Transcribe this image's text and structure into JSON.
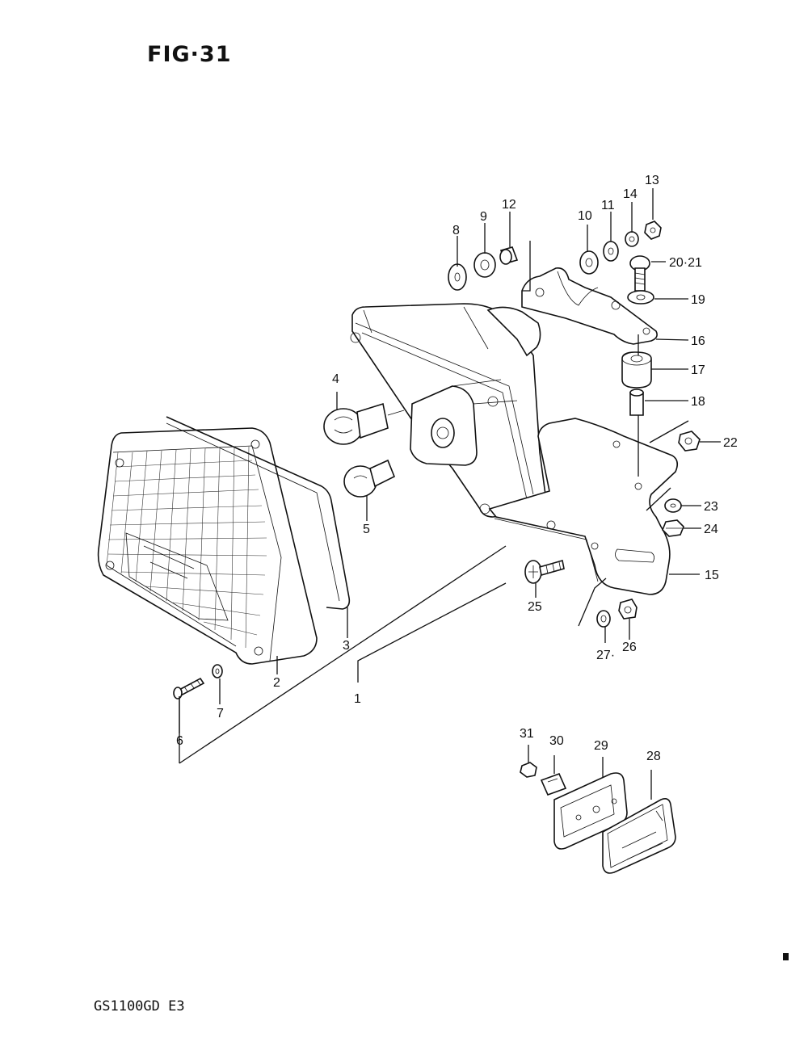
{
  "figure": {
    "title": "FIG·31",
    "model_code": "GS1100GD E3"
  },
  "callouts": [
    {
      "id": "1",
      "text": "1"
    },
    {
      "id": "2",
      "text": "2"
    },
    {
      "id": "3",
      "text": "3"
    },
    {
      "id": "4",
      "text": "4"
    },
    {
      "id": "5",
      "text": "5"
    },
    {
      "id": "6",
      "text": "6"
    },
    {
      "id": "7",
      "text": "7"
    },
    {
      "id": "8",
      "text": "8"
    },
    {
      "id": "9",
      "text": "9"
    },
    {
      "id": "10",
      "text": "10"
    },
    {
      "id": "11",
      "text": "11"
    },
    {
      "id": "12",
      "text": "12"
    },
    {
      "id": "13",
      "text": "13"
    },
    {
      "id": "14",
      "text": "14"
    },
    {
      "id": "15",
      "text": "15"
    },
    {
      "id": "16",
      "text": "16"
    },
    {
      "id": "17",
      "text": "17"
    },
    {
      "id": "18",
      "text": "18"
    },
    {
      "id": "19",
      "text": "19"
    },
    {
      "id": "20-21",
      "text": "20·21"
    },
    {
      "id": "22",
      "text": "22"
    },
    {
      "id": "23",
      "text": "23"
    },
    {
      "id": "24",
      "text": "24"
    },
    {
      "id": "25",
      "text": "25"
    },
    {
      "id": "26",
      "text": "26"
    },
    {
      "id": "27",
      "text": "27·"
    },
    {
      "id": "28",
      "text": "28"
    },
    {
      "id": "29",
      "text": "29"
    },
    {
      "id": "30",
      "text": "30"
    },
    {
      "id": "31",
      "text": "31"
    }
  ]
}
